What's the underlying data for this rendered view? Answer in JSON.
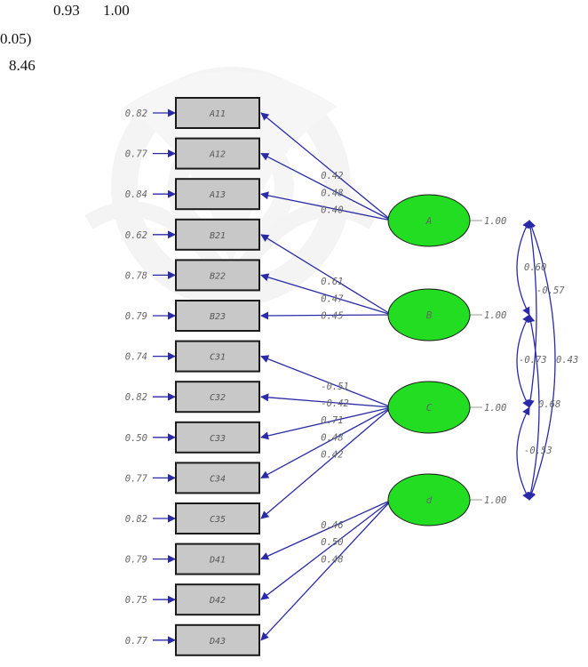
{
  "top_fragment": {
    "line1_a": "0.93",
    "line1_b": "1.00",
    "line2": "0.05)",
    "line3": "8.46"
  },
  "indicators": [
    {
      "name": "A11",
      "error": "0.82",
      "latent": "A",
      "loading": "0.42"
    },
    {
      "name": "A12",
      "error": "0.77",
      "latent": "A",
      "loading": "0.48"
    },
    {
      "name": "A13",
      "error": "0.84",
      "latent": "A",
      "loading": "0.40"
    },
    {
      "name": "B21",
      "error": "0.62",
      "latent": "B",
      "loading": "0.61"
    },
    {
      "name": "B22",
      "error": "0.78",
      "latent": "B",
      "loading": "0.47"
    },
    {
      "name": "B23",
      "error": "0.79",
      "latent": "B",
      "loading": "0.45"
    },
    {
      "name": "C31",
      "error": "0.74",
      "latent": "C",
      "loading": "-0.51"
    },
    {
      "name": "C32",
      "error": "0.82",
      "latent": "C",
      "loading": "-0.42"
    },
    {
      "name": "C33",
      "error": "0.50",
      "latent": "C",
      "loading": "0.71"
    },
    {
      "name": "C34",
      "error": "0.77",
      "latent": "C",
      "loading": "0.48"
    },
    {
      "name": "C35",
      "error": "0.82",
      "latent": "C",
      "loading": "0.42"
    },
    {
      "name": "D41",
      "error": "0.79",
      "latent": "d",
      "loading": "0.46"
    },
    {
      "name": "D42",
      "error": "0.75",
      "latent": "d",
      "loading": "0.50"
    },
    {
      "name": "D43",
      "error": "0.77",
      "latent": "d",
      "loading": "0.48"
    }
  ],
  "latents": [
    {
      "name": "A",
      "variance": "1.00"
    },
    {
      "name": "B",
      "variance": "1.00"
    },
    {
      "name": "C",
      "variance": "1.00"
    },
    {
      "name": "d",
      "variance": "1.00"
    }
  ],
  "correlations": [
    {
      "pair": "A-B",
      "value": "0.60"
    },
    {
      "pair": "B-C",
      "value": "-0.73"
    },
    {
      "pair": "C-d",
      "value": "-0.53"
    },
    {
      "pair": "A-C",
      "value": "-0.57"
    },
    {
      "pair": "B-d",
      "value": "0.68"
    },
    {
      "pair": "A-d",
      "value": "0.43"
    }
  ],
  "colors": {
    "latent_fill": "#22dd22",
    "arrow": "#2a2aa8",
    "box_fill": "#c8c8c8",
    "watermark": "#ececec"
  }
}
